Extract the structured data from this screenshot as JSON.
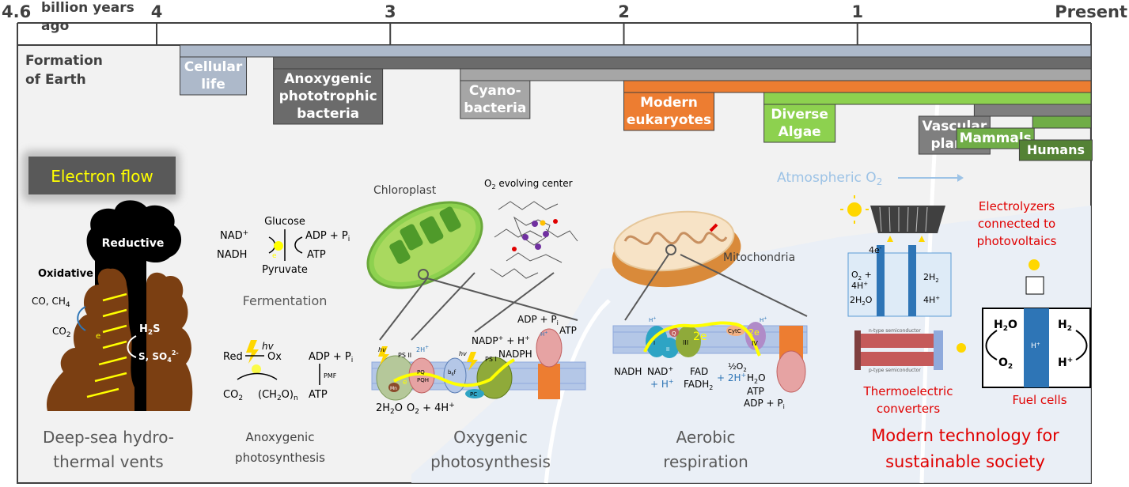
{
  "timeline": {
    "unit_label": [
      "billion years",
      "ago"
    ],
    "ticks": [
      {
        "label": "4.6",
        "value": 4.6
      },
      {
        "label": "4",
        "value": 4
      },
      {
        "label": "3",
        "value": 3
      },
      {
        "label": "2",
        "value": 2
      },
      {
        "label": "1",
        "value": 1
      },
      {
        "label": "Present",
        "value": 0
      }
    ],
    "formation_label": [
      "Formation",
      "of Earth"
    ]
  },
  "eras": [
    {
      "id": "cellular-life",
      "lines": [
        "Cellular",
        "life"
      ],
      "start_bya": 3.9,
      "color": "#adb9ca",
      "text_color": "#ffffff"
    },
    {
      "id": "anoxygenic-bacteria",
      "lines": [
        "Anoxygenic",
        "phototrophic",
        "bacteria"
      ],
      "start_bya": 3.5,
      "color": "#6b6b6b",
      "text_color": "#ffffff"
    },
    {
      "id": "cyanobacteria",
      "lines": [
        "Cyano-",
        "bacteria"
      ],
      "start_bya": 2.7,
      "color": "#a6a6a6",
      "text_color": "#ffffff"
    },
    {
      "id": "modern-eukaryotes",
      "lines": [
        "Modern",
        "eukaryotes"
      ],
      "start_bya": 2.0,
      "color": "#ed7d31",
      "text_color": "#ffffff"
    },
    {
      "id": "diverse-algae",
      "lines": [
        "Diverse",
        "Algae"
      ],
      "start_bya": 1.4,
      "color": "#8dd14f",
      "text_color": "#ffffff"
    },
    {
      "id": "vascular-plants",
      "lines": [
        "Vascular",
        "plants"
      ],
      "start_bya": 0.5,
      "color": "#7f7f7f",
      "text_color": "#ffffff"
    },
    {
      "id": "mammals",
      "lines": [
        "Mammals"
      ],
      "start_bya": 0.25,
      "color": "#70ad47",
      "text_color": "#ffffff"
    },
    {
      "id": "humans",
      "lines": [
        "Humans"
      ],
      "start_bya": 0.002,
      "color": "#548235",
      "text_color": "#ffffff"
    }
  ],
  "panels": {
    "electron_flow": "Electron flow",
    "vents": {
      "reductive": "Reductive",
      "oxidative": "Oxidative",
      "co_ch4": "CO, CH",
      "co_ch4_sub": "4",
      "co2": "CO",
      "co2_sub": "2",
      "h2s": "H",
      "h2s_sub": "2",
      "h2s_tail": "S",
      "s_so4": "S, SO",
      "s_so4_sub": "4",
      "s_so4_sup": "2-",
      "e_label": "e",
      "caption": [
        "Deep-sea hydro-",
        "thermal vents"
      ]
    },
    "fermentation": {
      "glucose": "Glucose",
      "nad": "NAD",
      "nad_sup": "+",
      "nadh": "NADH",
      "adp": "ADP + P",
      "adp_sub": "i",
      "atp": "ATP",
      "pyruvate": "Pyruvate",
      "e_label": "e",
      "title": "Fermentation"
    },
    "anoxygenic": {
      "hv": "hv",
      "red": "Red",
      "ox": "Ox",
      "adp": "ADP + P",
      "adp_sub": "i",
      "pmf": "PMF",
      "atp": "ATP",
      "co2": "CO",
      "co2_sub": "2",
      "ch2o": "(CH",
      "ch2o_sub": "2",
      "ch2o_tail": "O)",
      "ch2o_n": "n",
      "caption": [
        "Anoxygenic",
        "photosynthesis"
      ]
    },
    "oxygenic": {
      "chloroplast": "Chloroplast",
      "o2_center": "O",
      "o2_center_sub": "2",
      "o2_center_tail": " evolving center",
      "adp": "ADP + P",
      "adp_sub": "i",
      "atp": "ATP",
      "nadp": "NADP",
      "nadp_sup": "+",
      "nadp_tail": " + H",
      "nadp_h_sup": "+",
      "nadph": "NADPH",
      "ps2": "PS II",
      "ps1": "PS I",
      "pq": "PQ",
      "pqh": "PQH",
      "bf": "b",
      "bf_sub": "6",
      "bf_tail": "f",
      "pc": "PC",
      "mn": "Mn",
      "two_h": "2H",
      "two_h_sup": "+",
      "h2o": "2H",
      "h2o_sub": "2",
      "h2o_tail": "O",
      "o2": "O",
      "o2_sub": "2",
      "four_h": " + 4H",
      "four_h_sup": "+",
      "hv": "hv",
      "h_plus": "H",
      "h_plus_sup": "+",
      "e_label": "e",
      "caption": [
        "Oxygenic",
        "photosynthesis"
      ]
    },
    "aerobic": {
      "mitochondria": "Mitochondria",
      "nadh": "NADH",
      "nad": "NAD",
      "nad_sup": "+",
      "nad_h": "+ H",
      "nad_h_sup": "+",
      "fad": "FAD",
      "fadh2": "FADH",
      "fadh2_sub": "2",
      "half_o2": "½O",
      "half_o2_sub": "2",
      "two_h": "+ 2H",
      "two_h_sup": "+",
      "h2o": "H",
      "h2o_sub": "2",
      "h2o_tail": "O",
      "atp": "ATP",
      "adp": "ADP + P",
      "adp_sub": "i",
      "cytc": "CytC",
      "q": "Q",
      "i": "I",
      "ii": "II",
      "iii": "III",
      "iv": "IV",
      "two_e": "2e",
      "h_plus": "H",
      "h_plus_sup": "+",
      "caption": [
        "Aerobic",
        "respiration"
      ]
    },
    "modern": {
      "atmospheric_o2": "Atmospheric O",
      "atmospheric_o2_sub": "2",
      "electrolyzer_label": [
        "Electrolyzers",
        "connected to",
        "photovoltaics"
      ],
      "four_e": "4e",
      "four_e_sup": "-",
      "o2_4h": "O",
      "o2_4h_sub": "2",
      "o2_4h_tail": " +",
      "four_h": "4H",
      "four_h_sup": "+",
      "two_h2o": "2H",
      "two_h2o_sub": "2",
      "two_h2o_tail": "O",
      "two_h2": "2H",
      "two_h2_sub": "2",
      "four_h_right": "4H",
      "four_h_right_sup": "+",
      "n_type": "n-type semiconductor",
      "p_type": "p-type semiconductor",
      "h_plus_lbl": "H",
      "h_plus_lbl_sup": "+",
      "thermo_label": [
        "Thermoelectric",
        "converters"
      ],
      "fuel_h2o": "H",
      "fuel_h2o_sub": "2",
      "fuel_h2o_tail": "O",
      "fuel_h2": "H",
      "fuel_h2_sub": "2",
      "fuel_o2": "O",
      "fuel_o2_sub": "2",
      "fuel_hplus": "H",
      "fuel_hplus_sup": "+",
      "fuel_cells_label": "Fuel cells",
      "caption": [
        "Modern technology for",
        "sustainable society"
      ]
    }
  },
  "colors": {
    "frame": "#404040",
    "panel_bg": "#f2f2f2",
    "red_text": "#e00000",
    "o2_text": "#9dc3e6",
    "timeline_bar": "#adb9ca",
    "electron_yellow": "#ffff00"
  }
}
